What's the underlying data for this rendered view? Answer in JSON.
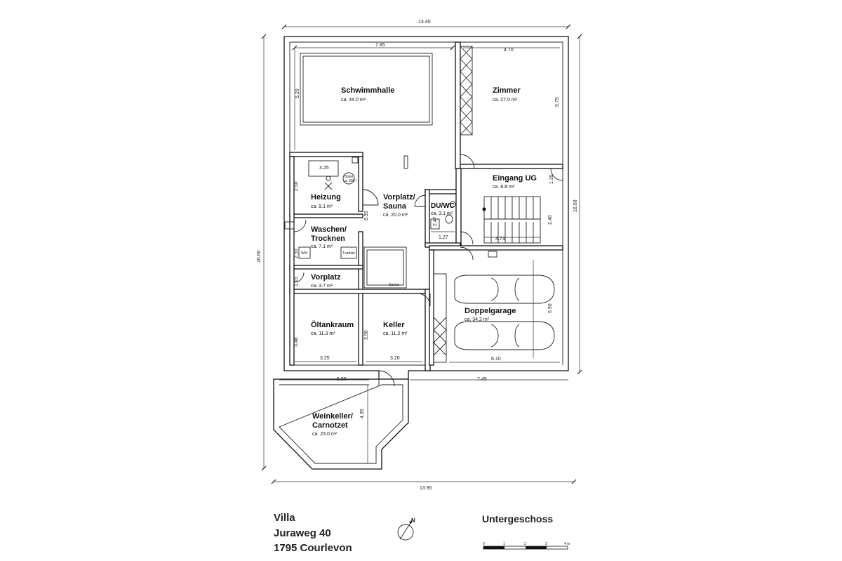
{
  "dimensions": {
    "top_total": "13.40",
    "bottom_total": "13.95",
    "left_total": "20.60",
    "right_total": "16.00",
    "pool_width": "7.85",
    "pool_height": "5.20",
    "zimmer_width": "4.70",
    "zimmer_height": "5.75",
    "heizung_width": "3.25",
    "heizung_height": "2.50",
    "vorplatz_height": "6.55",
    "waschen_height": "2.50",
    "vorplatz_small_height": "1.15",
    "oeltank_height": "3.48",
    "oeltank_width": "3.25",
    "keller_width": "3.20",
    "keller_height": "3.50",
    "dwc_height": "2.47",
    "dwc_width": "1.27",
    "eingang_height": "1.35",
    "stair_width": "4.73",
    "stair_height": "2.40",
    "garage_height": "5.90",
    "garage_width": "6.10",
    "wine_width": "6.00",
    "wine_height": "4.35",
    "garage_bottom_width": "7.45"
  },
  "rooms": {
    "schwimmhalle": {
      "name": "Schwimmhalle",
      "area": "ca. 44.0 m²"
    },
    "zimmer": {
      "name": "Zimmer",
      "area": "ca. 27.0 m²"
    },
    "eingang": {
      "name": "Eingang UG",
      "area": "ca. 9.8 m²"
    },
    "heizung": {
      "name": "Heizung",
      "area": "ca. 9.1 m²"
    },
    "vorplatz_sauna": {
      "name_line1": "Vorplatz/",
      "name_line2": "Sauna",
      "area": "ca. 20.0 m²"
    },
    "duwc": {
      "name": "DU/WC",
      "area": "ca. 3.1 m²"
    },
    "waschen": {
      "name_line1": "Waschen/",
      "name_line2": "Trocknen",
      "area": "ca. 7.1 m²"
    },
    "vorplatz": {
      "name": "Vorplatz",
      "area": "ca. 3.7 m²"
    },
    "oeltankraum": {
      "name": "Öltankraum",
      "area": "ca. 11.3 m²"
    },
    "keller": {
      "name": "Keller",
      "area": "ca. 11.2 m²"
    },
    "doppelgarage": {
      "name": "Doppelgarage",
      "area": "ca. 34.2 m²"
    },
    "weinkeller": {
      "name_line1": "Weinkeller/",
      "name_line2": "Carnotzet",
      "area": "ca. 23.0 m²"
    },
    "sauna_label": "Sauna",
    "wm_label": "WM",
    "tumbler_label": "Tumbler",
    "boiler_label": "Boiler",
    "boiler_sub": "ca. 300 l"
  },
  "footer": {
    "line1": "Villa",
    "line2": "Juraweg 40",
    "line3": "1795 Courlevon",
    "level": "Untergeschoss",
    "north": "N",
    "scale_labels": [
      "0",
      "1",
      "2",
      "3",
      "4 m"
    ]
  }
}
